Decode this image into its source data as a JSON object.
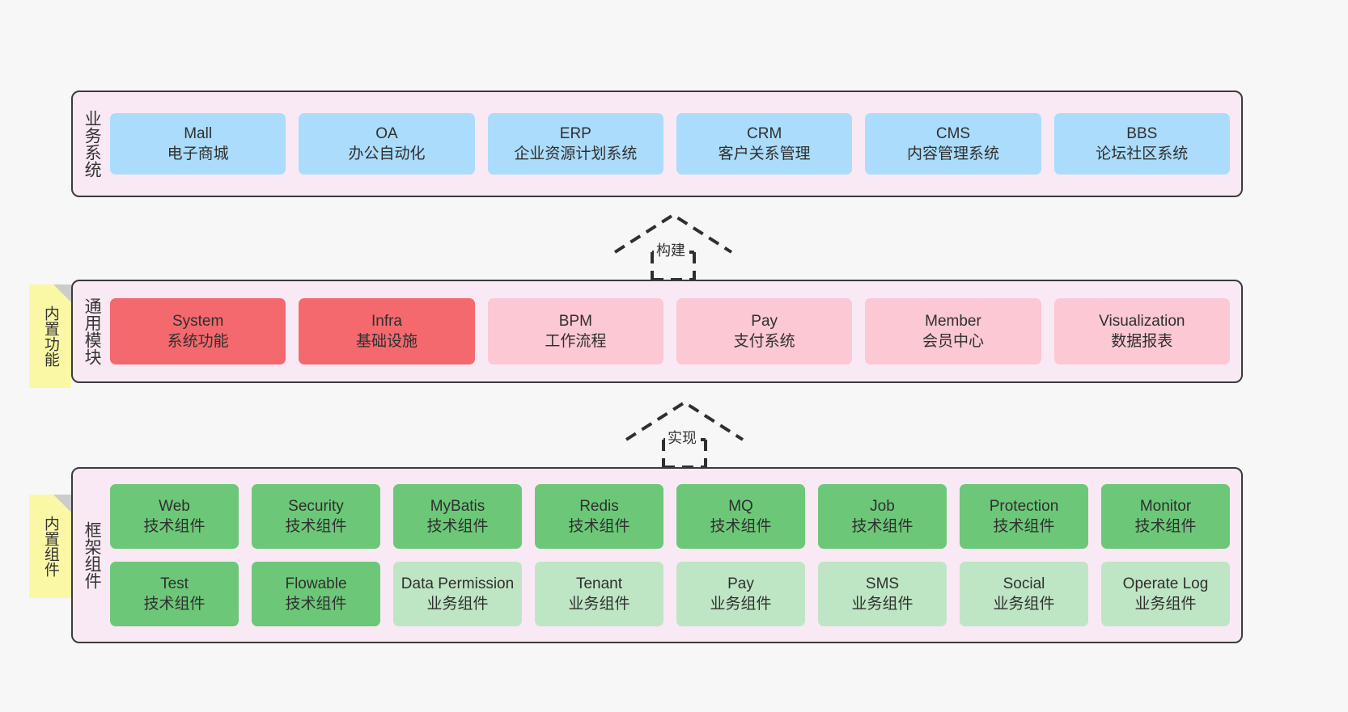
{
  "layers": [
    {
      "id": "business-systems",
      "title": "业务系统",
      "rows": [
        {
          "style": "blue",
          "nodes": [
            {
              "en": "Mall",
              "cn": "电子商城"
            },
            {
              "en": "OA",
              "cn": "办公自动化"
            },
            {
              "en": "ERP",
              "cn": "企业资源计划系统"
            },
            {
              "en": "CRM",
              "cn": "客户关系管理"
            },
            {
              "en": "CMS",
              "cn": "内容管理系统"
            },
            {
              "en": "BBS",
              "cn": "论坛社区系统"
            }
          ]
        }
      ]
    },
    {
      "id": "common-modules",
      "title": "通用模块",
      "note": "内置功能",
      "rows": [
        {
          "nodes": [
            {
              "en": "System",
              "cn": "系统功能",
              "style": "red"
            },
            {
              "en": "Infra",
              "cn": "基础设施",
              "style": "red"
            },
            {
              "en": "BPM",
              "cn": "工作流程",
              "style": "pinkbox"
            },
            {
              "en": "Pay",
              "cn": "支付系统",
              "style": "pinkbox"
            },
            {
              "en": "Member",
              "cn": "会员中心",
              "style": "pinkbox"
            },
            {
              "en": "Visualization",
              "cn": "数据报表",
              "style": "pinkbox"
            }
          ]
        }
      ]
    },
    {
      "id": "framework-components",
      "title": "框架组件",
      "note": "内置组件",
      "rows": [
        {
          "nodes": [
            {
              "en": "Web",
              "cn": "技术组件",
              "style": "green"
            },
            {
              "en": "Security",
              "cn": "技术组件",
              "style": "green"
            },
            {
              "en": "MyBatis",
              "cn": "技术组件",
              "style": "green"
            },
            {
              "en": "Redis",
              "cn": "技术组件",
              "style": "green"
            },
            {
              "en": "MQ",
              "cn": "技术组件",
              "style": "green"
            },
            {
              "en": "Job",
              "cn": "技术组件",
              "style": "green"
            },
            {
              "en": "Protection",
              "cn": "技术组件",
              "style": "green"
            },
            {
              "en": "Monitor",
              "cn": "技术组件",
              "style": "green"
            }
          ]
        },
        {
          "nodes": [
            {
              "en": "Test",
              "cn": "技术组件",
              "style": "green"
            },
            {
              "en": "Flowable",
              "cn": "技术组件",
              "style": "green"
            },
            {
              "en": "Data Permission",
              "cn": "业务组件",
              "style": "lgreen"
            },
            {
              "en": "Tenant",
              "cn": "业务组件",
              "style": "lgreen"
            },
            {
              "en": "Pay",
              "cn": "业务组件",
              "style": "lgreen"
            },
            {
              "en": "SMS",
              "cn": "业务组件",
              "style": "lgreen"
            },
            {
              "en": "Social",
              "cn": "业务组件",
              "style": "lgreen"
            },
            {
              "en": "Operate Log",
              "cn": "业务组件",
              "style": "lgreen"
            }
          ]
        }
      ]
    }
  ],
  "arrows": [
    {
      "id": "build-arrow",
      "label": "构建"
    },
    {
      "id": "implement-arrow",
      "label": "实现"
    }
  ],
  "colors": {
    "background": "#f7f7f7",
    "panel": "#f9e9f4",
    "panel_border": "#3b3b3b",
    "blue": "#abdcfb",
    "red": "#f4696e",
    "pink": "#fbc8d4",
    "green": "#6cc878",
    "light_green": "#bfe6c4",
    "note": "#fbf8a5",
    "note_fold": "#cccccc",
    "text": "#333333"
  }
}
